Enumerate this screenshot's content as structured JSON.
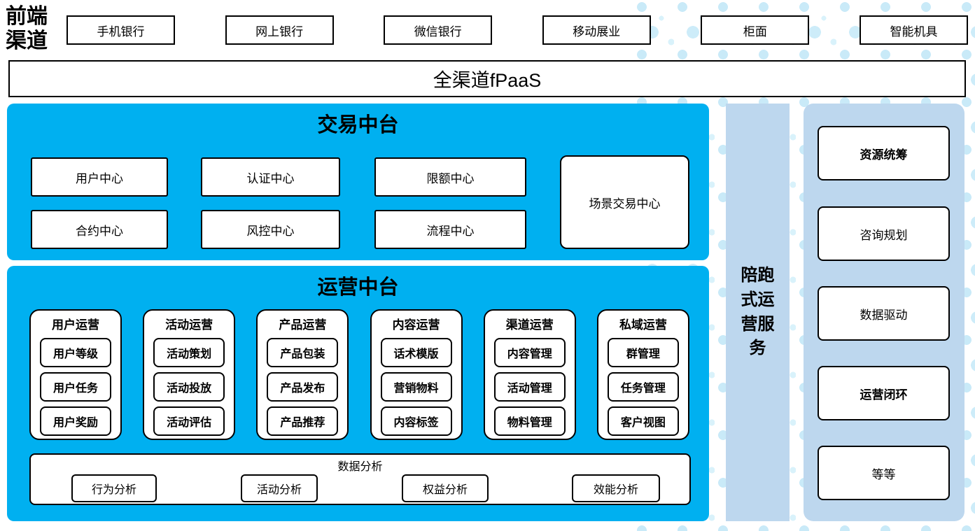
{
  "header": {
    "side_label": "前端渠道",
    "channels": [
      "手机银行",
      "网上银行",
      "微信银行",
      "移动展业",
      "柜面",
      "智能机具"
    ],
    "fpaas_label": "全渠道fPaaS"
  },
  "transaction_platform": {
    "title": "交易中台",
    "centers": [
      "用户中心",
      "认证中心",
      "限额中心",
      "合约中心",
      "风控中心",
      "流程中心"
    ],
    "scene_center": "场景交易中心"
  },
  "operation_platform": {
    "title": "运营中台",
    "groups": [
      {
        "title": "用户运营",
        "items": [
          "用户等级",
          "用户任务",
          "用户奖励"
        ]
      },
      {
        "title": "活动运营",
        "items": [
          "活动策划",
          "活动投放",
          "活动评估"
        ]
      },
      {
        "title": "产品运营",
        "items": [
          "产品包装",
          "产品发布",
          "产品推荐"
        ]
      },
      {
        "title": "内容运营",
        "items": [
          "话术模版",
          "营销物料",
          "内容标签"
        ]
      },
      {
        "title": "渠道运营",
        "items": [
          "内容管理",
          "活动管理",
          "物料管理"
        ]
      },
      {
        "title": "私域运营",
        "items": [
          "群管理",
          "任务管理",
          "客户视图"
        ]
      }
    ],
    "analysis": {
      "title": "数据分析",
      "items": [
        "行为分析",
        "活动分析",
        "权益分析",
        "效能分析"
      ]
    }
  },
  "side_service": {
    "label": "陪跑式运营服务"
  },
  "service_column": {
    "items": [
      {
        "label": "资源统筹",
        "bold": true
      },
      {
        "label": "咨询规划",
        "bold": false
      },
      {
        "label": "数据驱动",
        "bold": false
      },
      {
        "label": "运营闭环",
        "bold": true
      },
      {
        "label": "等等",
        "bold": false
      }
    ]
  },
  "colors": {
    "accent_blue": "#00B0F0",
    "light_blue": "#BDD7EE",
    "dot_color": "#CDECF9",
    "border": "#000000"
  }
}
